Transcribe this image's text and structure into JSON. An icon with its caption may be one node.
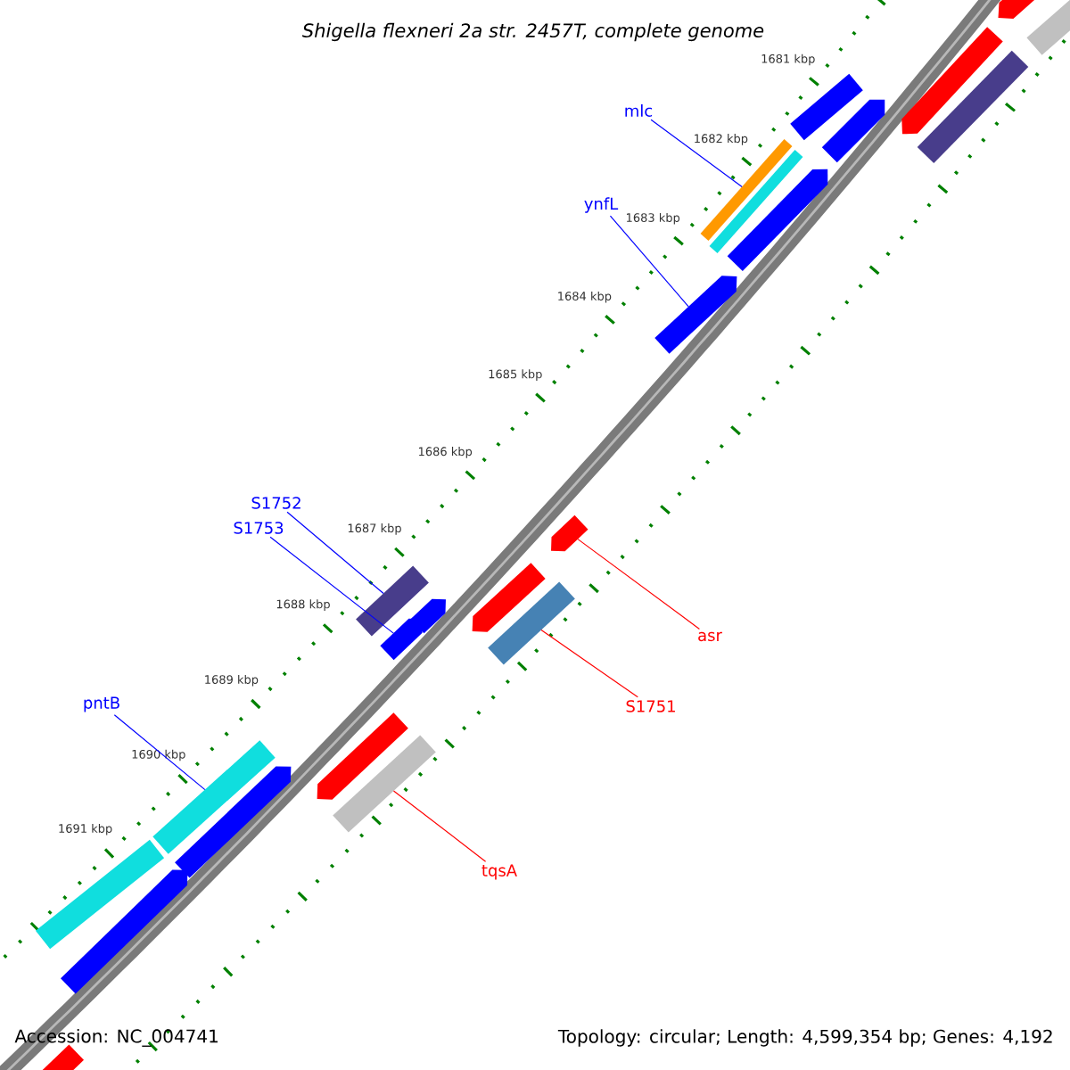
{
  "diagram": {
    "title": "Shigella flexneri 2a str. 2457T, complete genome",
    "nodes": [
      {
        "text": [
          "mlc"
        ]
      },
      {
        "text": [
          "ynfL"
        ]
      },
      {
        "text": [
          "S1752"
        ]
      },
      {
        "text": [
          "S1753"
        ]
      },
      {
        "text": [
          "pntB"
        ]
      },
      {
        "text": [
          "asr"
        ]
      },
      {
        "text": [
          "S1751"
        ]
      },
      {
        "text": [
          "tqsA"
        ]
      },
      {
        "text": [],
        "shape": "arrow"
      },
      {
        "text": [],
        "shape": "bar"
      },
      {
        "text": [],
        "shape": "arrow"
      },
      {
        "text": [],
        "shape": "bar"
      },
      {
        "text": [],
        "shape": "bar"
      },
      {
        "text": [],
        "shape": "arrow"
      },
      {
        "text": [],
        "shape": "bar"
      },
      {
        "text": [],
        "shape": "bar"
      },
      {
        "text": [],
        "shape": "arrow"
      },
      {
        "text": [],
        "shape": "arrow"
      },
      {
        "text": [],
        "shape": "arrow"
      },
      {
        "text": [],
        "shape": "arrow"
      },
      {
        "text": [],
        "shape": "bar"
      },
      {
        "text": [],
        "shape": "arrow"
      },
      {
        "text": [],
        "shape": "bar"
      },
      {
        "text": [],
        "shape": "arrow"
      },
      {
        "text": [],
        "shape": "arrow"
      },
      {
        "text": [],
        "shape": "bar"
      },
      {
        "text": [],
        "shape": "bar"
      },
      {
        "text": [],
        "shape": "arrow"
      },
      {
        "text": [],
        "shape": "bar"
      },
      {
        "text": [],
        "shape": "arrow"
      },
      {
        "text": [],
        "shape": "arrow"
      }
    ],
    "edges": [
      {
        "from": 0,
        "to": 14,
        "arrow": "none"
      },
      {
        "from": 1,
        "to": 17,
        "arrow": "none"
      },
      {
        "from": 2,
        "to": 20,
        "arrow": "none"
      },
      {
        "from": 3,
        "to": 23,
        "arrow": "none"
      },
      {
        "from": 4,
        "to": 26,
        "arrow": "none"
      },
      {
        "from": 5,
        "to": 18,
        "arrow": "none",
        "color": "#ff0000"
      },
      {
        "from": 6,
        "to": 22,
        "arrow": "none",
        "color": "#ff0000"
      },
      {
        "from": 7,
        "to": 25,
        "arrow": "none",
        "color": "#ff0000"
      }
    ],
    "labels": [
      "1681 kbp",
      "1682 kbp",
      "1683 kbp",
      "1684 kbp",
      "1685 kbp",
      "1686 kbp",
      "1687 kbp",
      "1688 kbp",
      "1689 kbp",
      "1690 kbp",
      "1691 kbp",
      "Accession: NC_004741",
      "Topology: circular; Length: 4,599,354 bp; Genes: 4,192"
    ]
  }
}
